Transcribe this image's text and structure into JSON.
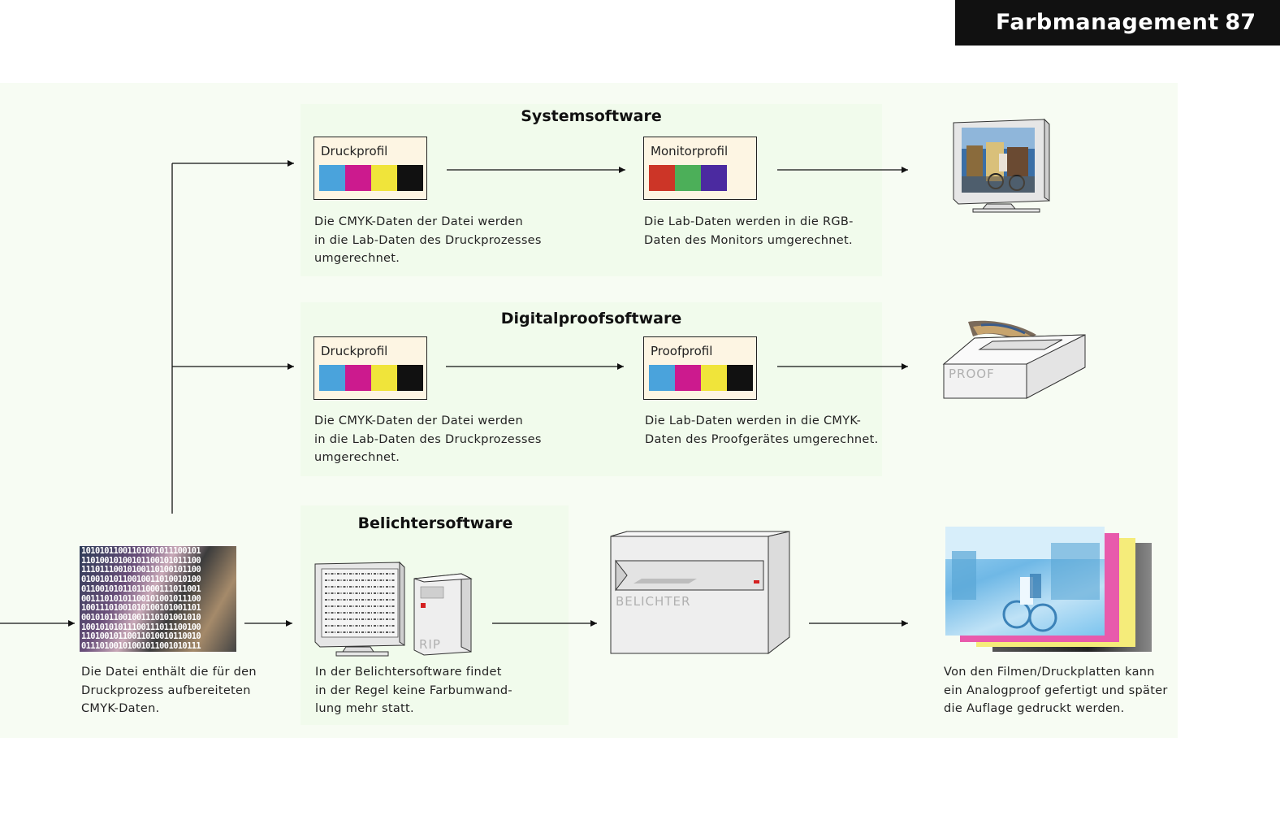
{
  "header": {
    "title": "Farbmanagement",
    "page_number": "87"
  },
  "panels": {
    "system": {
      "title": "Systemsoftware",
      "profile1": {
        "label": "Druckprofil",
        "swatches": [
          "#4aa3dc",
          "#cc1a8e",
          "#f0e43a",
          "#111111"
        ]
      },
      "profile1_desc": [
        "Die CMYK-Daten der Datei werden",
        "in die Lab-Daten des Druckprozesses",
        "umgerechnet."
      ],
      "profile2": {
        "label": "Monitorprofil",
        "swatches": [
          "#cc3527",
          "#4caf59",
          "#4b2aa0"
        ]
      },
      "profile2_desc": [
        "Die Lab-Daten werden in die RGB-",
        "Daten des Monitors umgerechnet."
      ]
    },
    "proof": {
      "title": "Digitalproofsoftware",
      "profile1": {
        "label": "Druckprofil",
        "swatches": [
          "#4aa3dc",
          "#cc1a8e",
          "#f0e43a",
          "#111111"
        ]
      },
      "profile1_desc": [
        "Die CMYK-Daten der Datei werden",
        "in die Lab-Daten des Druckprozesses",
        "umgerechnet."
      ],
      "profile2": {
        "label": "Proofprofil",
        "swatches": [
          "#4aa3dc",
          "#cc1a8e",
          "#f0e43a",
          "#111111"
        ]
      },
      "profile2_desc": [
        "Die Lab-Daten werden in die CMYK-",
        "Daten des Proofgerätes umgerechnet."
      ]
    },
    "belichter": {
      "title": "Belichtersoftware",
      "desc": [
        "In der Belichtersoftware findet",
        "in der Regel keine Farbumwand-",
        "lung mehr statt."
      ]
    }
  },
  "file": {
    "desc": [
      "Die Datei enthält die für den",
      "Druckprozess aufbereiteten",
      "CMYK-Daten."
    ],
    "binary_rows": [
      "10101011001101001011100101",
      "11010010100101100101011100",
      "11101110010100110100101100",
      "01001010110010011010010100",
      "01100101011011000111011001",
      "00111010101100101001011100",
      "10011101001010100101001101",
      "00101011001001110101001010",
      "10010101011100111011100100",
      "11010010110011010010110010",
      "01110100101001011001010111"
    ]
  },
  "devices": {
    "proof_label": "PROOF",
    "rip_label": "RIP",
    "belichter_label": "BELICHTER"
  },
  "output": {
    "desc": [
      "Von den Filmen/Druckplatten kann",
      "ein Analogproof gefertigt und später",
      "die Auflage gedruckt werden."
    ],
    "film_colors": [
      "#333333",
      "#f5ec7a",
      "#e85aac",
      "#7cc4ee"
    ]
  }
}
